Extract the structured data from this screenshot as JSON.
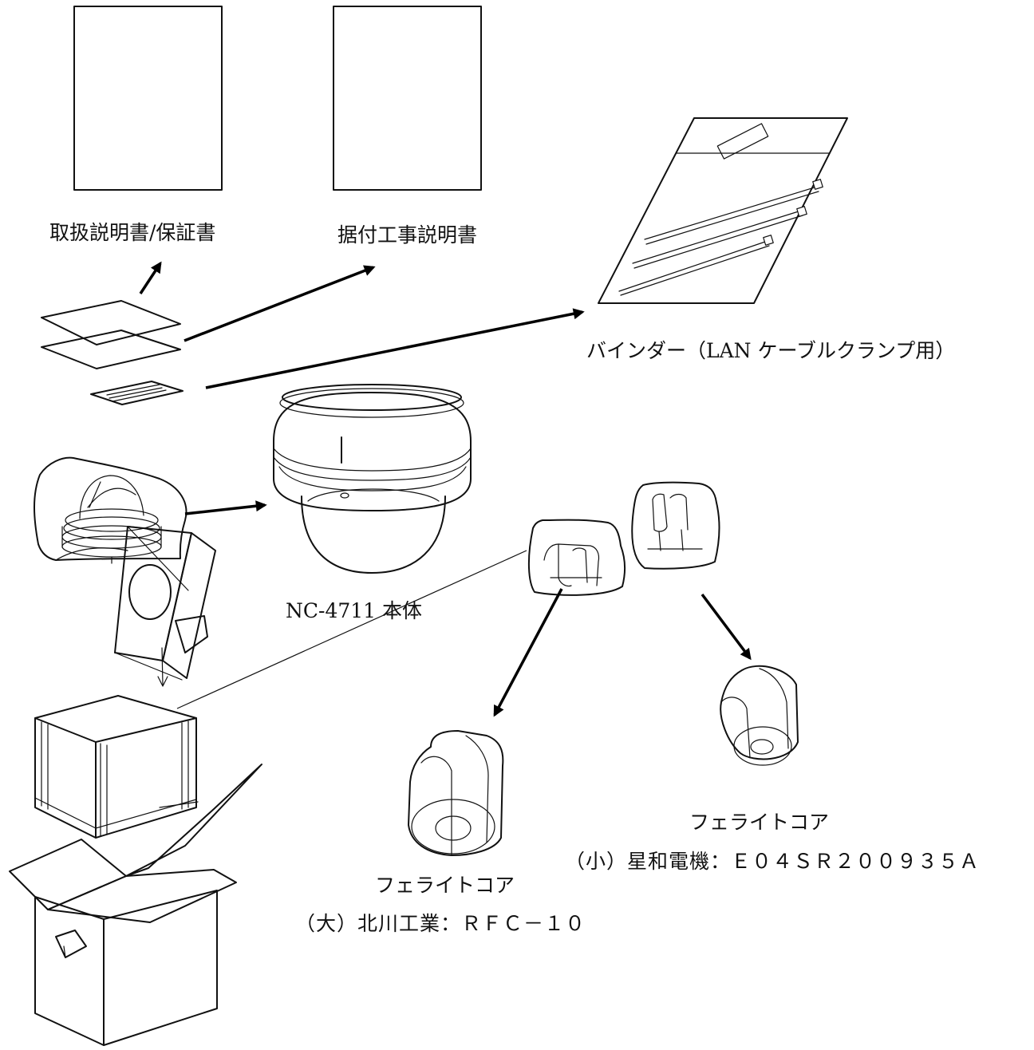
{
  "labels": {
    "manual_warranty": "取扱説明書/保証書",
    "installation_manual": "据付工事説明書",
    "binder": "バインダー（LAN ケーブルクランプ用）",
    "camera_body": "NC-4711 本体",
    "ferrite_small_title": "フェライトコア",
    "ferrite_small_spec": "（小）星和電機：Ｅ０４ＳＲ２００９３５Ａ",
    "ferrite_large_title": "フェライトコア",
    "ferrite_large_spec": "（大）北川工業：ＲＦＣ－１０"
  },
  "icons": [
    "document-icon",
    "cable-tie-bag-icon",
    "dome-camera-icon",
    "ferrite-core-icon",
    "packing-box-icon"
  ],
  "colors": {
    "line": "#111111",
    "background": "#ffffff"
  }
}
